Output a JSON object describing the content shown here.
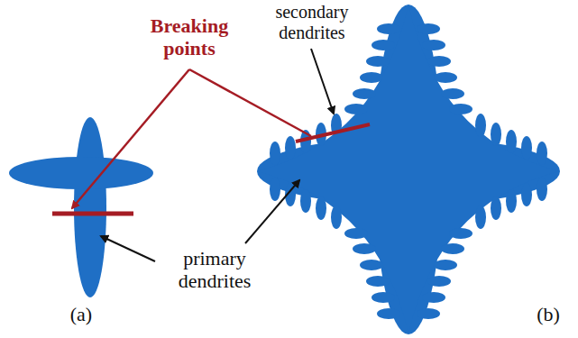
{
  "diagram": {
    "labels": [
      "Breaking points",
      "secondary dendrites",
      "primary dendrites",
      "(a)",
      "(b)"
    ]
  }
}
